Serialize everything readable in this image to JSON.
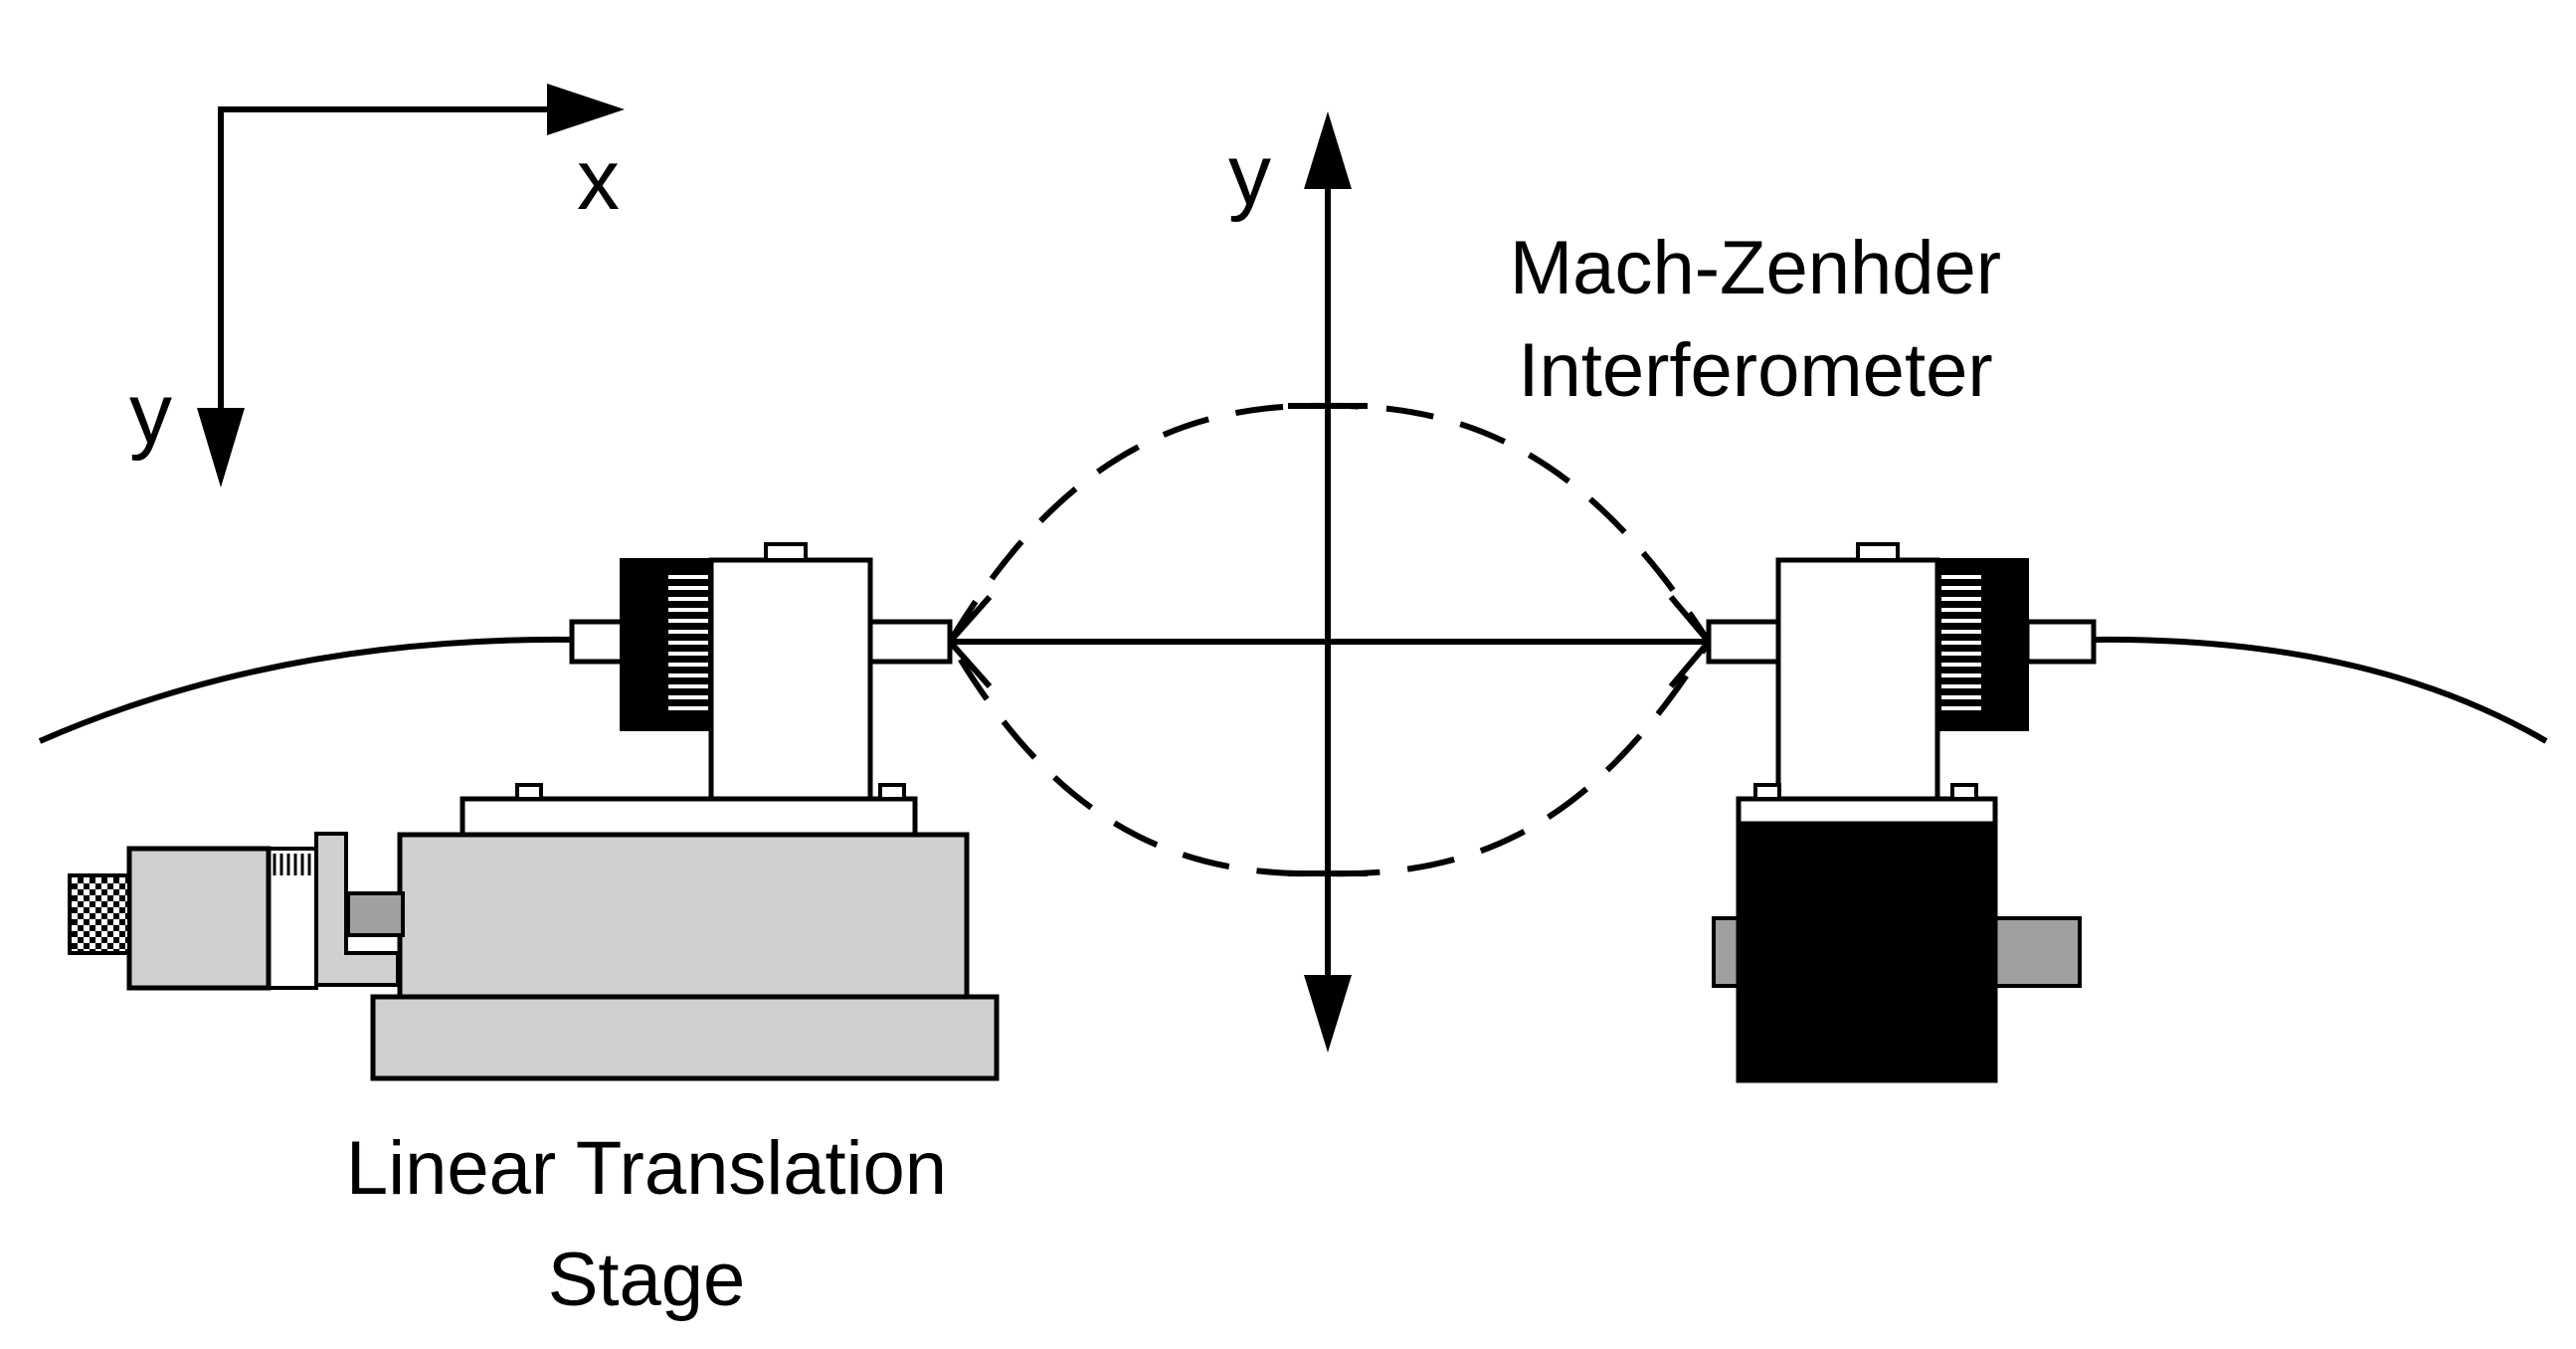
{
  "axes": {
    "x_label": "x",
    "y_label_left": "y",
    "y_label_center": "y"
  },
  "labels": {
    "interferometer_line1": "Mach-Zenhder",
    "interferometer_line2": "Interferometer",
    "stage_line1": "Linear Translation",
    "stage_line2": "Stage"
  },
  "colors": {
    "line": "#000000",
    "stage_fill": "#d0d0d0",
    "block_fill": "#000000",
    "background": "#ffffff"
  }
}
